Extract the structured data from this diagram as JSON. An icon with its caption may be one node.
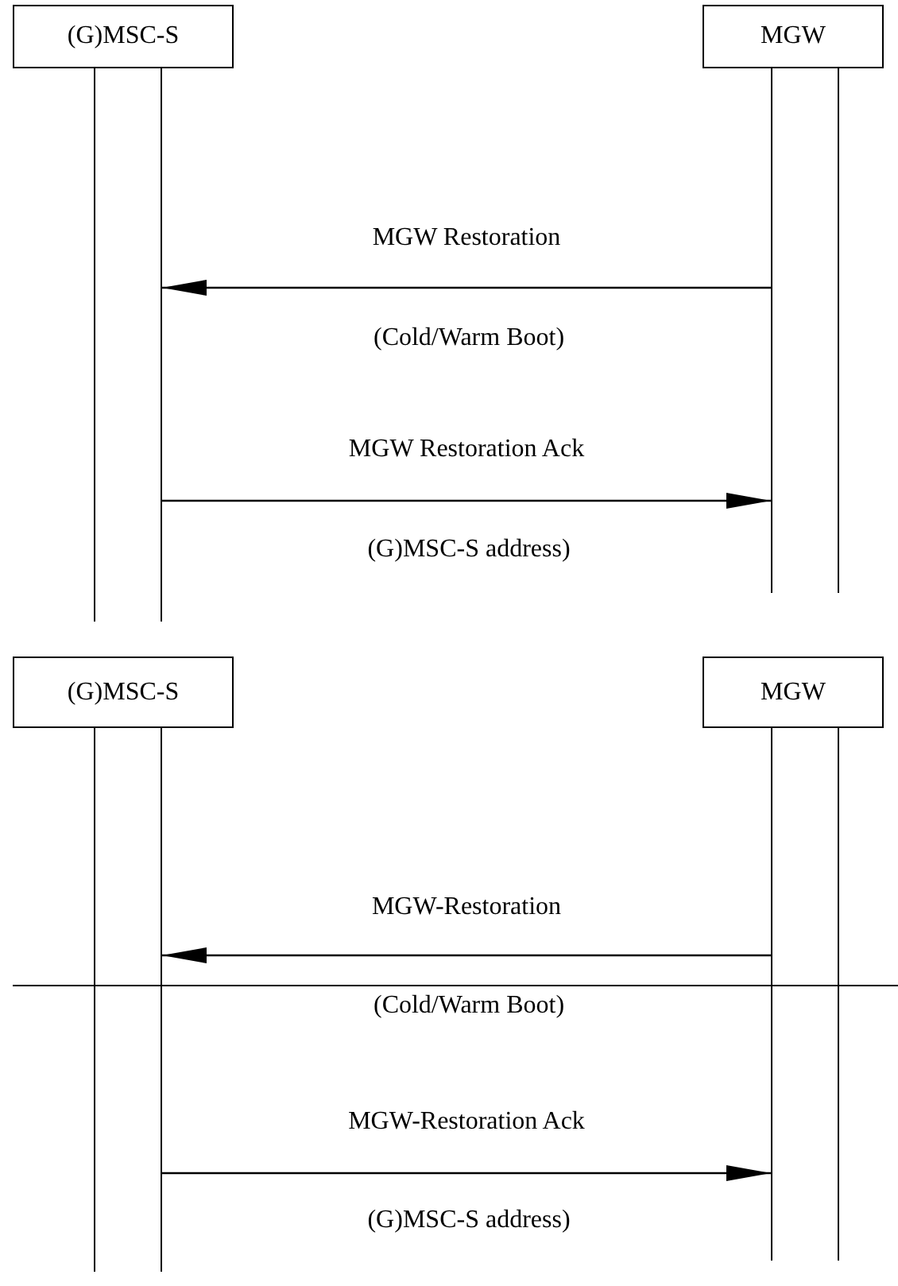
{
  "diagram": {
    "nodes": [
      {
        "text": [
          "(G)MSC-S"
        ]
      },
      {
        "text": [
          "MGW"
        ]
      },
      {
        "text": [],
        "shape": "bar"
      },
      {
        "text": [],
        "shape": "bar"
      },
      {
        "text": [
          "(G)MSC-S"
        ]
      },
      {
        "text": [
          "MGW"
        ]
      },
      {
        "text": [],
        "shape": "bar"
      },
      {
        "text": [],
        "shape": "bar"
      }
    ],
    "edges": [
      {
        "from": 3,
        "to": 2,
        "arrow": "to",
        "label": "MGW Restoration"
      },
      {
        "from": 2,
        "to": 3,
        "arrow": "to",
        "label": "MGW Restoration Ack"
      },
      {
        "from": 7,
        "to": 6,
        "arrow": "to",
        "label": "MGW-Restoration"
      },
      {
        "from": 6,
        "to": 7,
        "arrow": "to",
        "label": "MGW-Restoration Ack"
      }
    ],
    "labels": [
      "(Cold/Warm Boot)",
      "(G)MSC-S address)",
      "(Cold/Warm Boot)",
      "(G)MSC-S address)"
    ]
  }
}
